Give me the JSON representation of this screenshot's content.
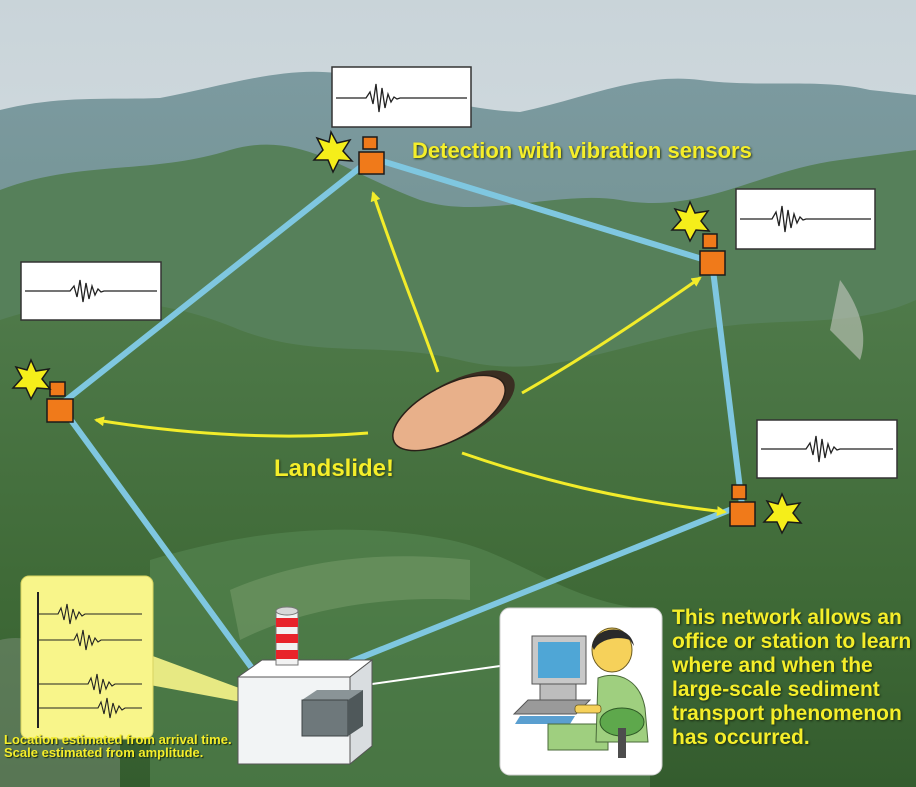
{
  "labels": {
    "sensors": "Detection with vibration sensors",
    "landslide": "Landslide!",
    "network_note": "This network allows an office or station to learn where and when the large-scale sediment transport phenomenon has occurred.",
    "estimate_note": "Location estimated from arrival time. Scale estimated from amplitude."
  },
  "colors": {
    "network_line": "#7fc7e0",
    "arrow": "#f2ec2a",
    "label_text": "#f5ee2a",
    "sensor_body": "#f07a1a",
    "landslide_fill": "#e8b08a",
    "panel_fill": "#f8f58a"
  },
  "icons": [
    "sensor-icon",
    "vibration-burst-icon",
    "seismogram-icon",
    "monitoring-station-icon",
    "warning-light-icon",
    "operator-at-computer-icon"
  ]
}
